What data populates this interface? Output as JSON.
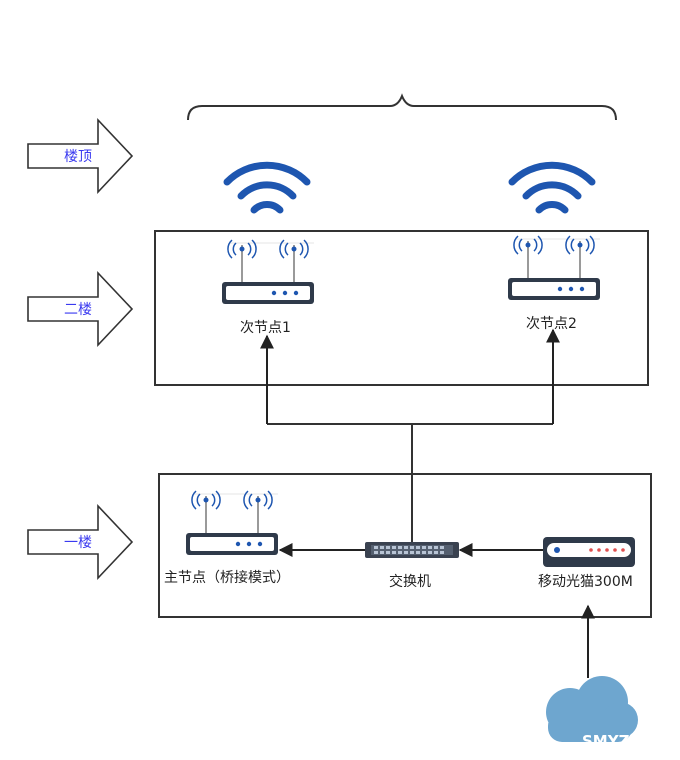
{
  "floors": {
    "roof": "楼顶",
    "second": "二楼",
    "first": "一楼"
  },
  "devices": {
    "sub_node_1": "次节点1",
    "sub_node_2": "次节点2",
    "main_node": "主节点（桥接模式）",
    "switch": "交换机",
    "modem": "移动光猫300M"
  },
  "watermark": "SMYZ.NET",
  "colors": {
    "wifi": "#1e56b0",
    "stroke": "#333333",
    "floor_label": "#3a3af0",
    "cloud": "#6ea6cf"
  }
}
